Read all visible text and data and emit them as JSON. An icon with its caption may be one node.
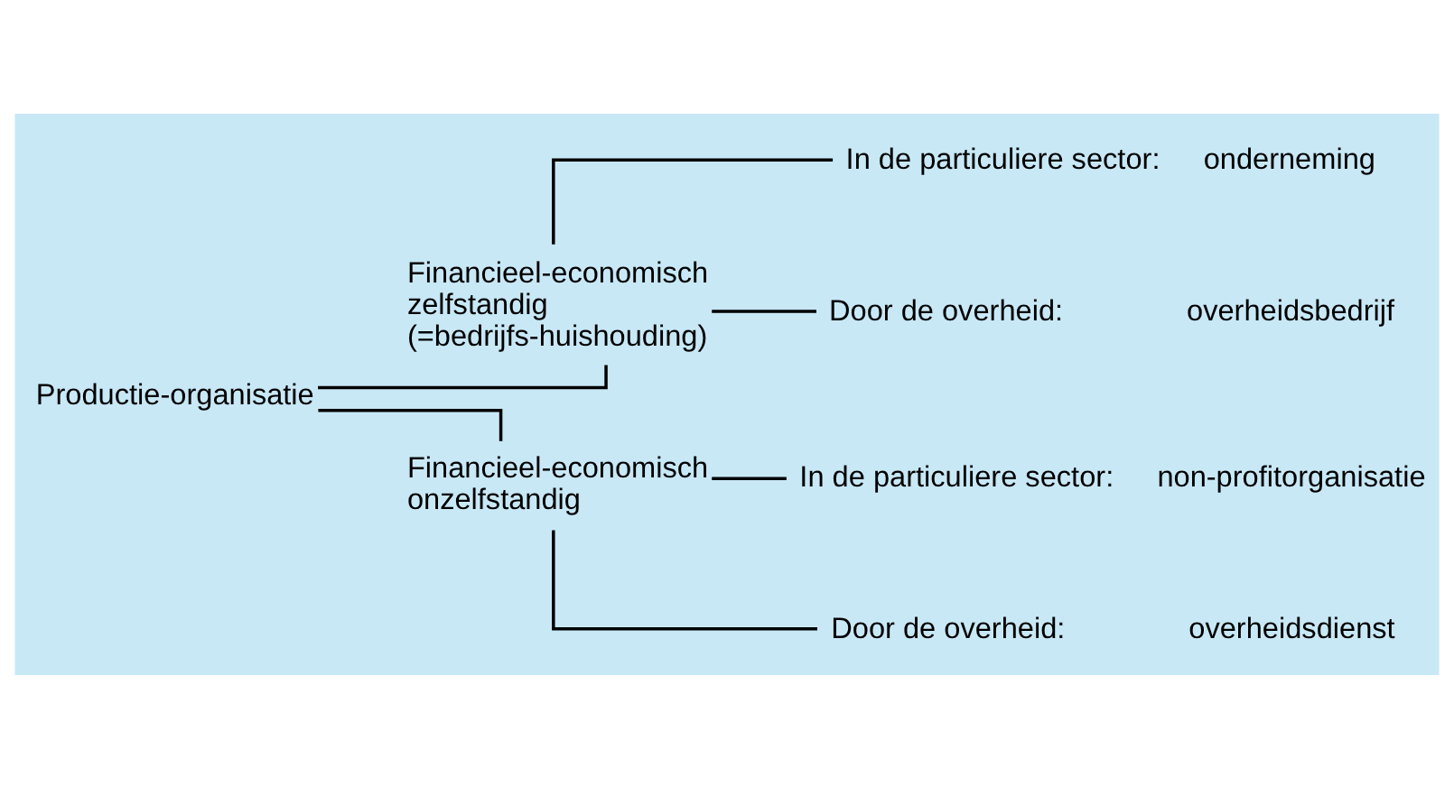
{
  "diagram": {
    "nodes": [
      {
        "text": [
          "Productie-organisatie"
        ]
      },
      {
        "text": [
          "Financieel-economisch zelfstandig (=bedrijfs-huishouding)"
        ]
      },
      {
        "text": [
          "In de particuliere sector:",
          "onderneming"
        ]
      },
      {
        "text": [
          "Door de overheid:",
          "overheidsbedrijf"
        ]
      },
      {
        "text": [
          "Financieel-economisch onzelfstandig"
        ]
      },
      {
        "text": [
          "In de particuliere sector:",
          "non-profitorganisatie"
        ]
      },
      {
        "text": [
          "Door de overheid:",
          "overheidsdienst"
        ]
      }
    ],
    "edges": [
      {
        "from": 0,
        "to": 1,
        "arrow": "none"
      },
      {
        "from": 0,
        "to": 4,
        "arrow": "none"
      },
      {
        "from": 1,
        "to": 2,
        "arrow": "none"
      },
      {
        "from": 1,
        "to": 3,
        "arrow": "none"
      },
      {
        "from": 4,
        "to": 5,
        "arrow": "none"
      },
      {
        "from": 4,
        "to": 6,
        "arrow": "none"
      }
    ]
  }
}
